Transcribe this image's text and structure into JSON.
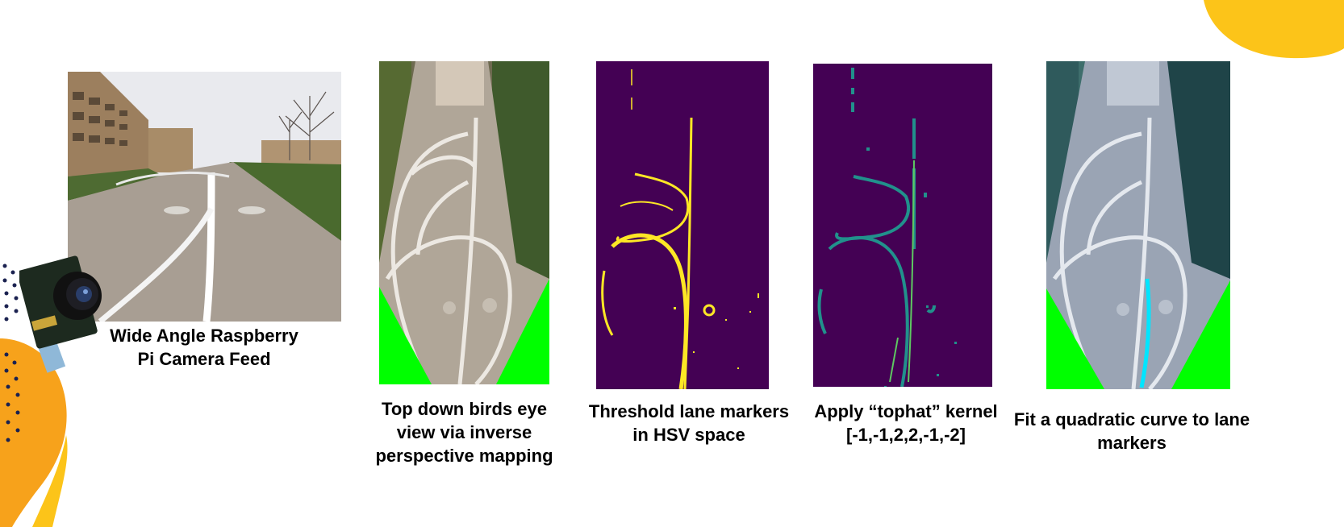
{
  "steps": [
    {
      "caption_line1": "Wide Angle Raspberry",
      "caption_line2": "Pi Camera Feed",
      "caption_line3": ""
    },
    {
      "caption_line1": "Top down birds eye",
      "caption_line2": "view via inverse",
      "caption_line3": "perspective mapping"
    },
    {
      "caption_line1": "Threshold lane markers",
      "caption_line2": "in HSV space",
      "caption_line3": ""
    },
    {
      "caption_line1": "Apply “tophat” kernel",
      "caption_line2": "[-1,-1,2,2,-1,-2]",
      "caption_line3": ""
    },
    {
      "caption_line1": "Fit a quadratic curve to lane",
      "caption_line2": "markers",
      "caption_line3": ""
    }
  ],
  "colors": {
    "accent_yellow": "#fcc419",
    "accent_orange": "#f7a21b",
    "dots_navy": "#1b2250",
    "threshold_bg": "#440154",
    "threshold_fg": "#fde725",
    "tophat_teal": "#21918c",
    "fill_green": "#00ff00",
    "fit_curve": "#00e5ff"
  }
}
